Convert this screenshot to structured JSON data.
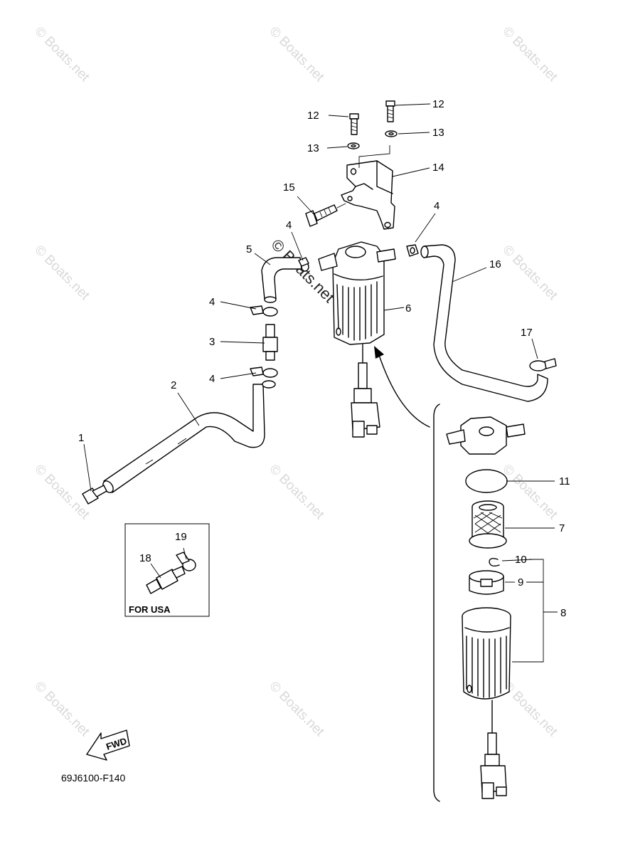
{
  "watermark": {
    "text": "© Boats.net",
    "center_text": "© Boats.net"
  },
  "callouts": {
    "c1": "1",
    "c2": "2",
    "c3": "3",
    "c4a": "4",
    "c4b": "4",
    "c4c": "4",
    "c4d": "4",
    "c5": "5",
    "c6": "6",
    "c7": "7",
    "c8": "8",
    "c9": "9",
    "c10": "10",
    "c11": "11",
    "c12a": "12",
    "c12b": "12",
    "c13a": "13",
    "c13b": "13",
    "c14": "14",
    "c15": "15",
    "c16": "16",
    "c17": "17",
    "c18": "18",
    "c19": "19"
  },
  "usa_box": {
    "label": "FOR USA"
  },
  "fwd_arrow": {
    "label": "FWD"
  },
  "diagram_code": "69J6100-F140"
}
